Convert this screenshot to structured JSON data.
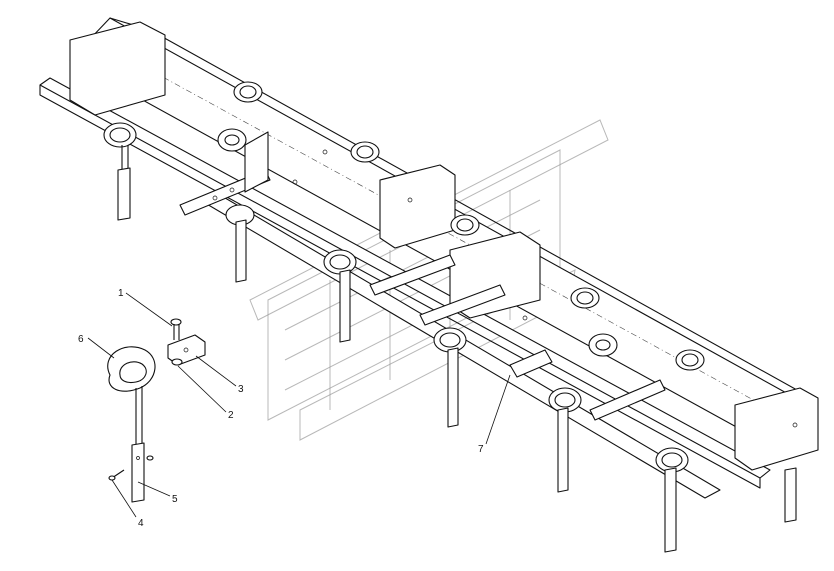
{
  "callouts": [
    {
      "id": "c1",
      "label": "1"
    },
    {
      "id": "c2",
      "label": "2"
    },
    {
      "id": "c3",
      "label": "3"
    },
    {
      "id": "c4",
      "label": "4"
    },
    {
      "id": "c5",
      "label": "5"
    },
    {
      "id": "c6",
      "label": "6"
    },
    {
      "id": "c7",
      "label": "7"
    }
  ],
  "colors": {
    "line": "#111111",
    "watermark": "#9a9a9a",
    "background": "#ffffff"
  }
}
